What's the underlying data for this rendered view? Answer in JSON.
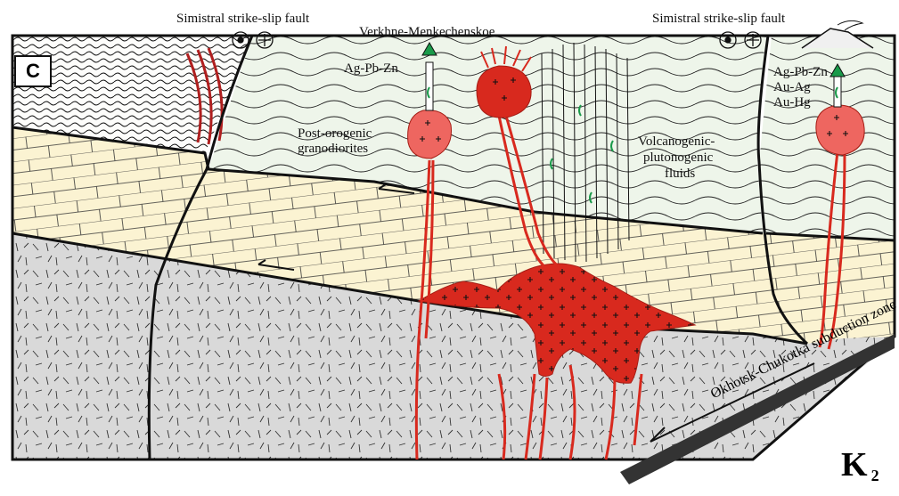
{
  "panel_letter": "C",
  "age": {
    "main": "K",
    "sub": "2"
  },
  "labels": {
    "fault_left": "Simistral strike-slip fault",
    "fault_right": "Simistral strike-slip fault",
    "deposit_name": "Verkhne-Menkechenskoe",
    "ore_left": "Ag-Pb-Zn",
    "ore_right_1": "Ag-Pb-Zn",
    "ore_right_2": "Au-Ag",
    "ore_right_3": "Au-Hg",
    "granodiorites_1": "Post-orogenic",
    "granodiorites_2": "granodiorites",
    "fluids_1": "Volcanogenic-",
    "fluids_2": "plutonogenic",
    "fluids_3": "fluids",
    "subduction": "Okhotsk-Chukotka subduction zone"
  },
  "colors": {
    "intrusion": "#d8291e",
    "intrusion_pale": "#ee6660",
    "limestone": "#fbf3d2",
    "basement": "#d9d9d9",
    "upper_sediments": "#eef5ea",
    "ore_marker": "#1a9a4a",
    "outline": "#111111"
  }
}
